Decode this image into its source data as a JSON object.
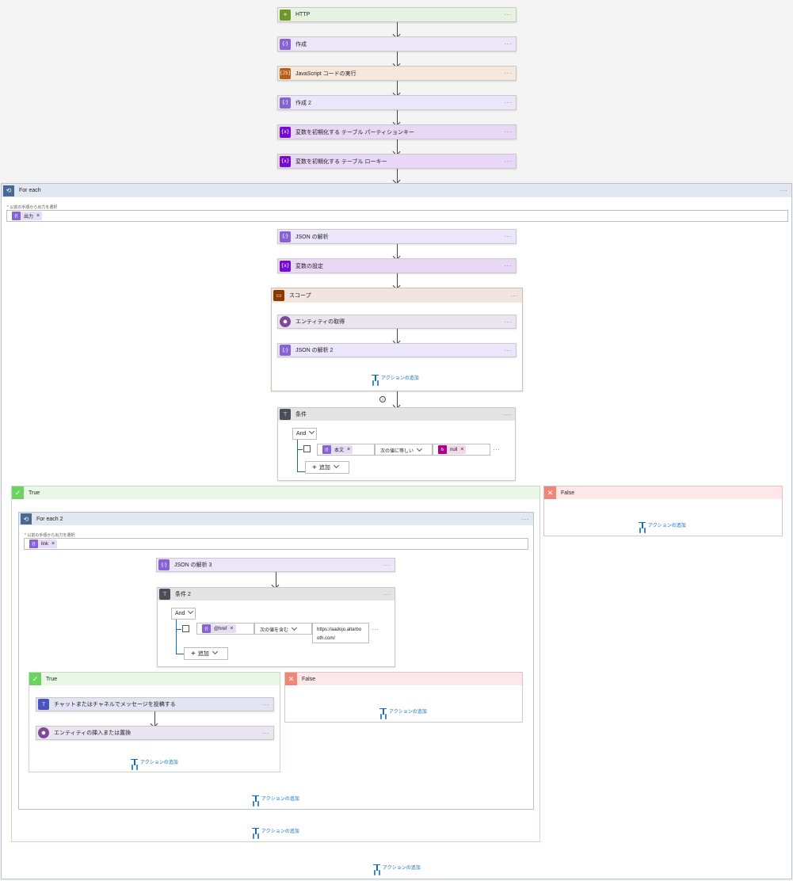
{
  "flow": {
    "http": "HTTP",
    "compose": "作成",
    "javascript": "JavaScript コードの実行",
    "compose2": "作成 2",
    "init_var_partition": "変数を初期化する テーブル パーティションキー",
    "init_var_row": "変数を初期化する テーブル ローキー",
    "icon_http": "⊚",
    "icon_expr": "{⁄}",
    "icon_js": "{JS}",
    "icon_var": "{x}"
  },
  "foreach": {
    "title": "For each",
    "select_label": "* 以前の手順から出力を選択",
    "token": "出力",
    "parse_json": "JSON の解析",
    "set_variable": "変数の設定",
    "scope": "スコープ",
    "get_entity": "エンティティの取得",
    "parse_json2": "JSON の解析 2"
  },
  "condition": {
    "title": "条件",
    "and_label": "And",
    "token": "本文",
    "operator": "次の値に等しい",
    "value_token": "null",
    "add_label": "追加"
  },
  "true_branch": {
    "title": "True"
  },
  "false_branch": {
    "title": "False"
  },
  "foreach2": {
    "title": "For each 2",
    "select_label": "* 以前の手順から出力を選択",
    "token": "link",
    "parse_json3": "JSON の解析 3"
  },
  "condition2": {
    "title": "条件 2",
    "and_label": "And",
    "token": "@href",
    "operator": "次の値を含む",
    "value_line1": "https://aadojo.altarbo",
    "value_line2": "oth.com/",
    "add_label": "追加"
  },
  "inner_true": {
    "title": "True",
    "post_message": "チャットまたはチャネルでメッセージを投稿する",
    "upsert_entity": "エンティティの挿入または置換"
  },
  "inner_false": {
    "title": "False"
  },
  "common": {
    "add_action": "アクションの追加",
    "more": "···",
    "remove": "×"
  },
  "colors": {
    "http_bg": "#e7f2e0",
    "http_icon": "#709727",
    "compose_bg": "#ece6fa",
    "compose_icon": "#8763d6",
    "js_bg": "#f7e8dc",
    "js_icon": "#ba5b16",
    "var_bg": "#e8d8f5",
    "var_icon": "#770bd6",
    "scope_bg": "#f0e5df",
    "scope_icon": "#8c3900",
    "table_bg": "#ebe4f1",
    "table_icon": "#804998",
    "cond_bg": "#e4e4e4",
    "cond_icon": "#484f58",
    "foreach_bg": "#e3e7ef",
    "foreach_icon": "#486991",
    "true_bg": "#e9f7e5",
    "true_icon": "#6bd361",
    "false_bg": "#fde7e9",
    "false_icon": "#f0857a",
    "teams_bg": "#e2e3f3",
    "teams_icon": "#4b53bc",
    "link": "#0f6cbd"
  }
}
